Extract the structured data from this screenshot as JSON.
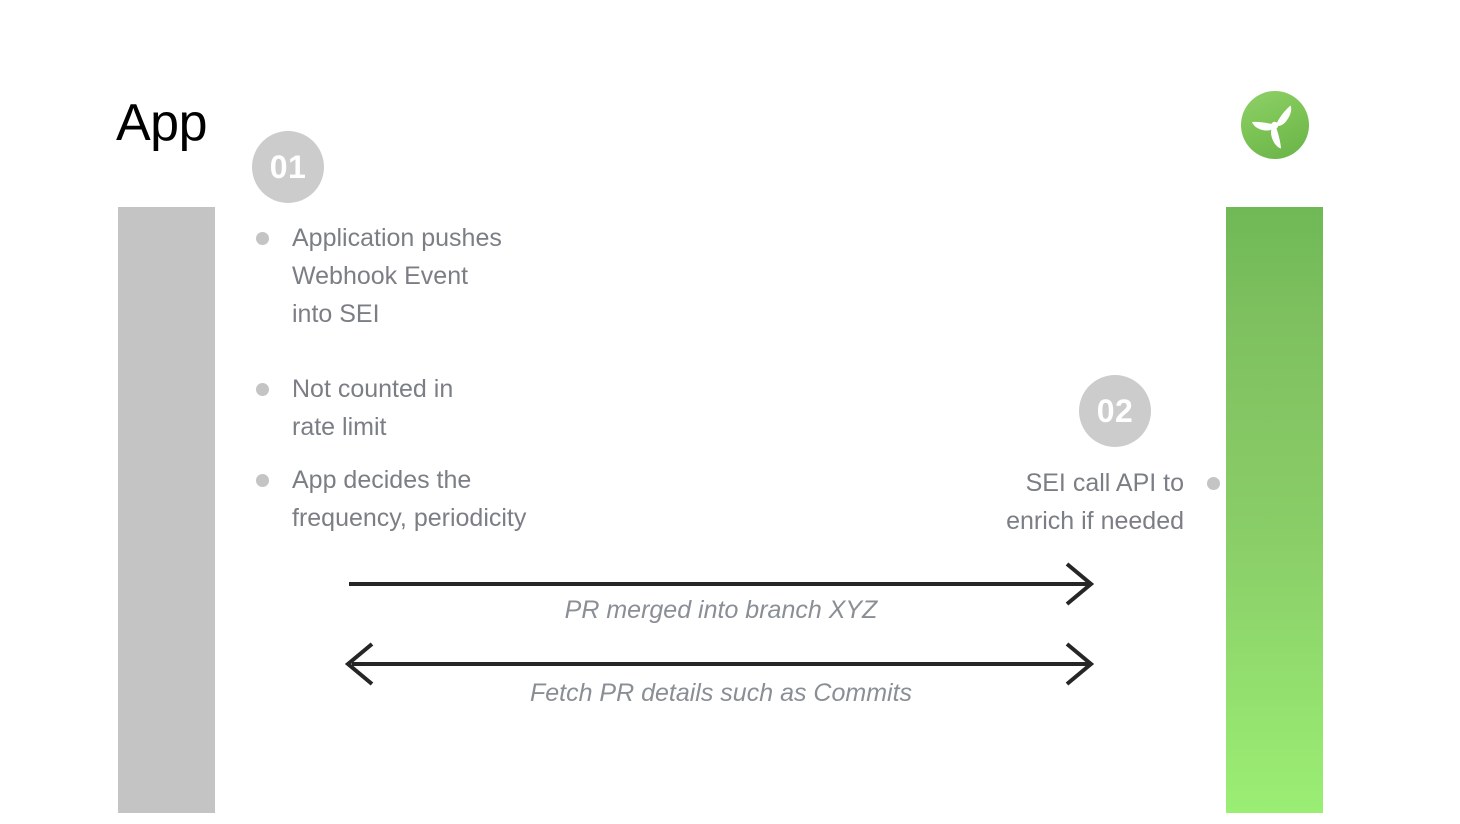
{
  "slide": {
    "left_lane": {
      "title": "App",
      "bar_color": "#c4c4c4"
    },
    "right_lane": {
      "logo_name": "sei-propeller-logo",
      "bar_gradient_top": "#6fb956",
      "bar_gradient_bottom": "#9bee74"
    },
    "steps": [
      {
        "number": "01",
        "side": "left",
        "bullets": [
          {
            "lines": [
              "Application pushes",
              "Webhook Event",
              "into SEI"
            ]
          },
          {
            "lines": [
              "Not counted in",
              "rate limit"
            ]
          },
          {
            "lines": [
              "App decides the",
              "frequency, periodicity"
            ]
          }
        ]
      },
      {
        "number": "02",
        "side": "right",
        "bullets": [
          {
            "lines": [
              "SEI call API to",
              "enrich if needed"
            ]
          }
        ]
      }
    ],
    "arrows": [
      {
        "label": "PR merged into branch XYZ",
        "direction": "right",
        "color": "#262626"
      },
      {
        "label": "Fetch PR details such as Commits",
        "direction": "both",
        "color": "#262626"
      }
    ],
    "text_color": "#7b7f85",
    "label_color": "#8a8e95"
  }
}
